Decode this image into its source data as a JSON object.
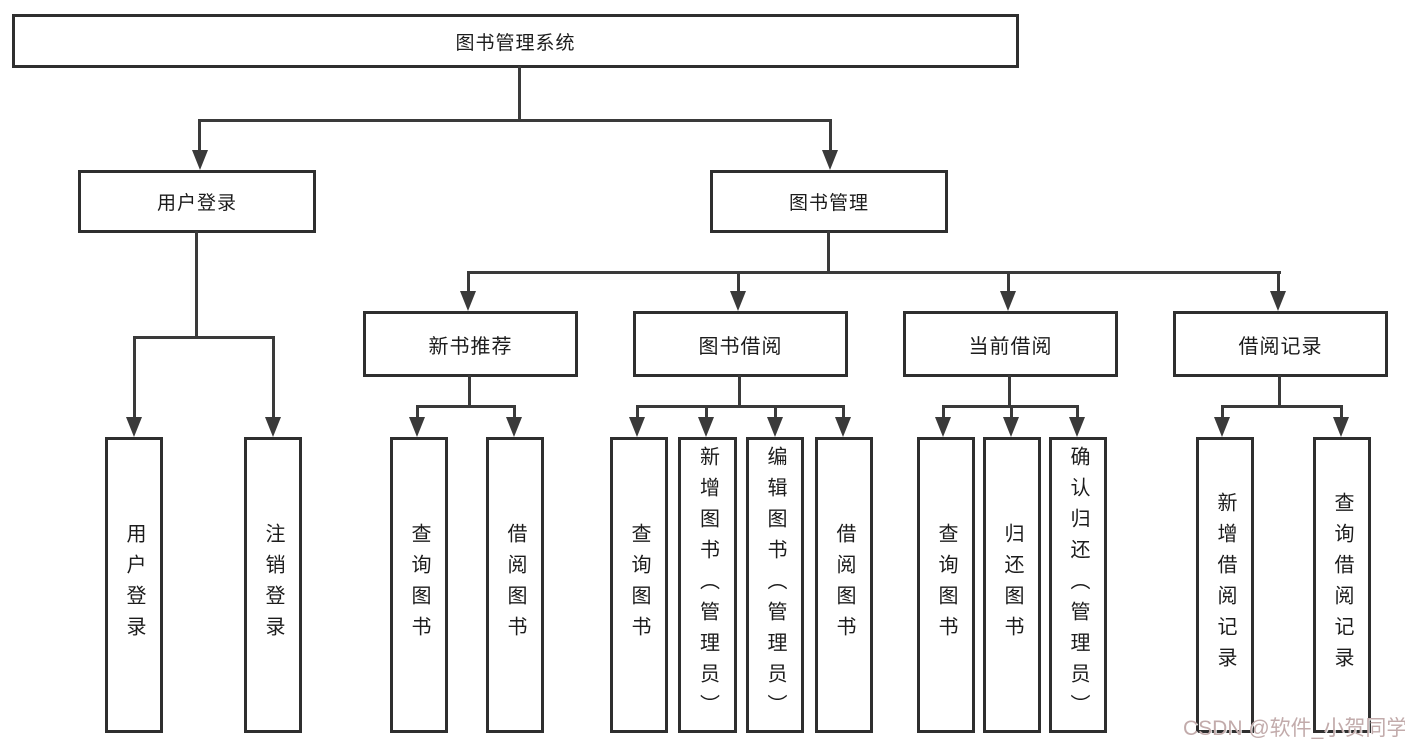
{
  "tree": {
    "label": "图书管理系统",
    "children": [
      {
        "label": "用户登录",
        "children": [
          {
            "label": "用户登录"
          },
          {
            "label": "注销登录"
          }
        ]
      },
      {
        "label": "图书管理",
        "children": [
          {
            "label": "新书推荐",
            "children": [
              {
                "label": "查询图书"
              },
              {
                "label": "借阅图书"
              }
            ]
          },
          {
            "label": "图书借阅",
            "children": [
              {
                "label": "查询图书"
              },
              {
                "label": "新增图书（管理员）"
              },
              {
                "label": "编辑图书（管理员）"
              },
              {
                "label": "借阅图书"
              }
            ]
          },
          {
            "label": "当前借阅",
            "children": [
              {
                "label": "查询图书"
              },
              {
                "label": "归还图书"
              },
              {
                "label": "确认归还（管理员）"
              }
            ]
          },
          {
            "label": "借阅记录",
            "children": [
              {
                "label": "新增借阅记录"
              },
              {
                "label": "查询借阅记录"
              }
            ]
          }
        ]
      }
    ]
  },
  "watermark": {
    "text": "CSDN @软件_小贺同学"
  },
  "colors": {
    "line": "#3a3a3a",
    "border": "#2f2f2f",
    "text": "#1c1c1c",
    "watermark": "#c2abab"
  }
}
